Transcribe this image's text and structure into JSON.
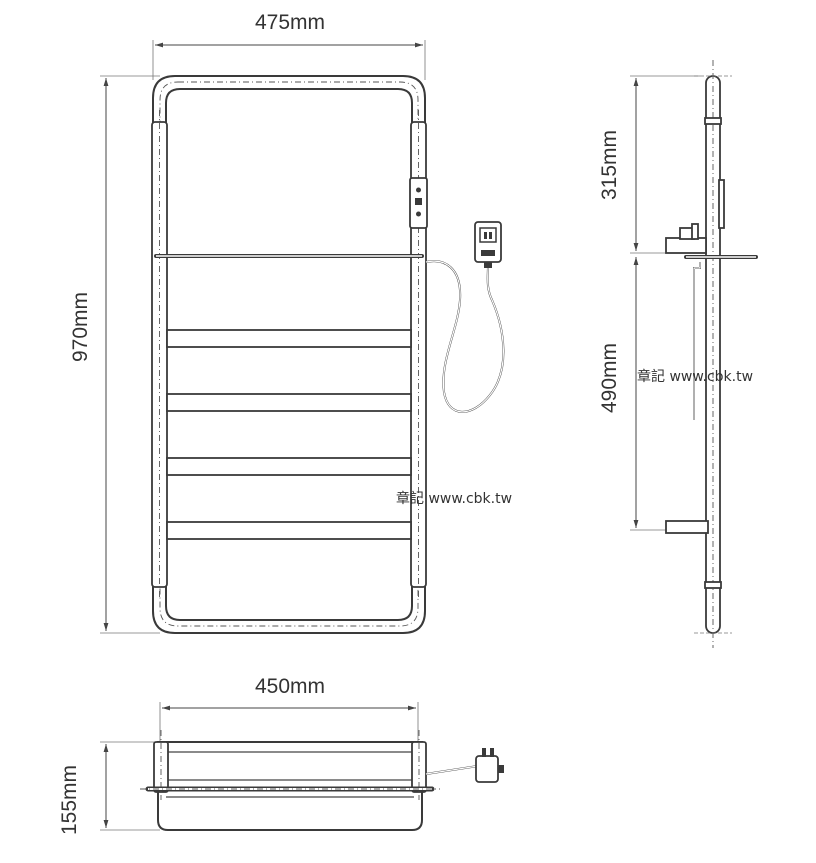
{
  "dimensions": {
    "front_width": "475mm",
    "front_height": "970mm",
    "side_upper": "315mm",
    "side_lower": "490mm",
    "top_width": "450mm",
    "top_depth": "155mm"
  },
  "watermark": {
    "front": "章記 www.cbk.tw",
    "side": "章記 www.cbk.tw"
  }
}
